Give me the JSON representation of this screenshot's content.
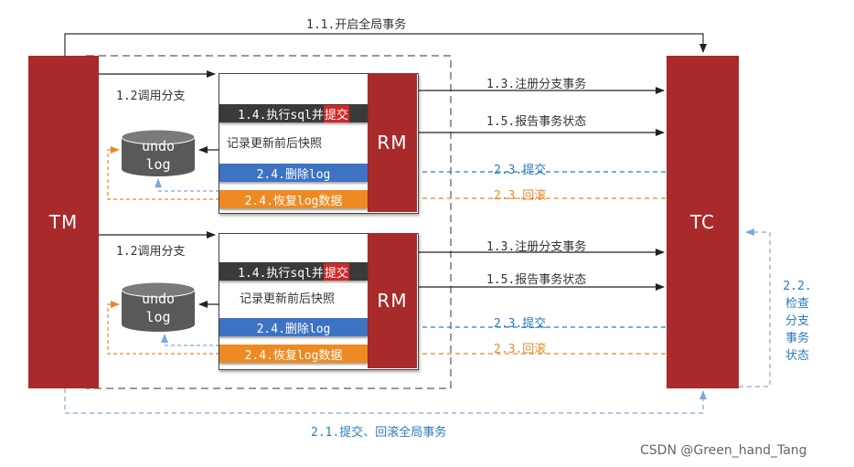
{
  "nodes": {
    "tm": "TM",
    "tc": "TC",
    "rm": "RM",
    "undo_log_line1": "undo",
    "undo_log_line2": "log"
  },
  "top_label": "1.1.开启全局事务",
  "bottom_label": "2.1.提交、回滚全局事务",
  "check_status_label": [
    "2.2.",
    "检查",
    "分支",
    "事务",
    "状态"
  ],
  "branch": {
    "call_branch": "1.2调用分支",
    "exec_sql_prefix": "1.4.执行sql并",
    "exec_sql_commit": "提交",
    "record_snapshot": "记录更新前后快照",
    "delete_log": "2.4.删除log",
    "restore_log": "2.4.恢复log数据",
    "register_branch": "1.3.注册分支事务",
    "report_status": "1.5.报告事务状态",
    "commit": "2.3.提交",
    "rollback": "2.3.回滚"
  },
  "watermark": "CSDN @Green_hand_Tang",
  "colors": {
    "node_red": "#a82a2a",
    "bar_dark": "#3a3a3a",
    "bar_blue": "#3e73c4",
    "bar_orange": "#ee8a23",
    "highlight_red": "#d42727",
    "arrow_blue": "#2b7bbd",
    "arrow_orange": "#e88a2a"
  }
}
